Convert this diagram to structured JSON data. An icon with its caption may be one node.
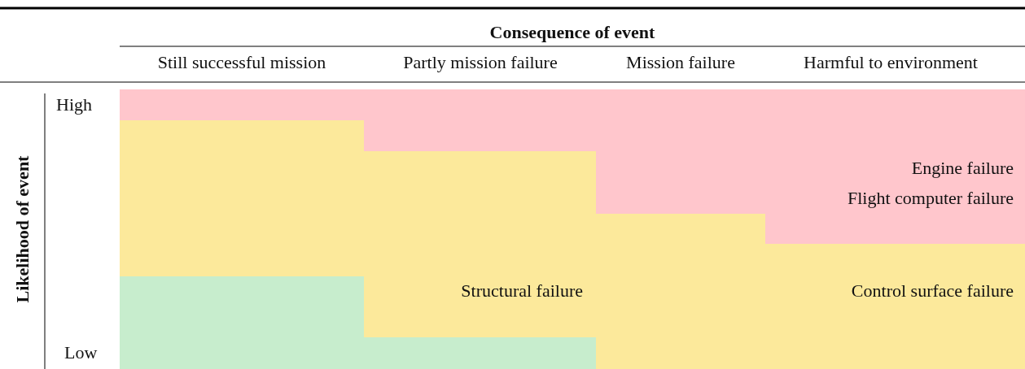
{
  "diagram": {
    "labels": [
      "Consequence of event",
      "Still successful mission",
      "Partly mission failure",
      "Mission failure",
      "Harmful to environment",
      "Likelihood of event",
      "High",
      "Engine failure",
      "Flight computer failure",
      "Structural failure",
      "Control surface failure",
      "Low"
    ]
  }
}
